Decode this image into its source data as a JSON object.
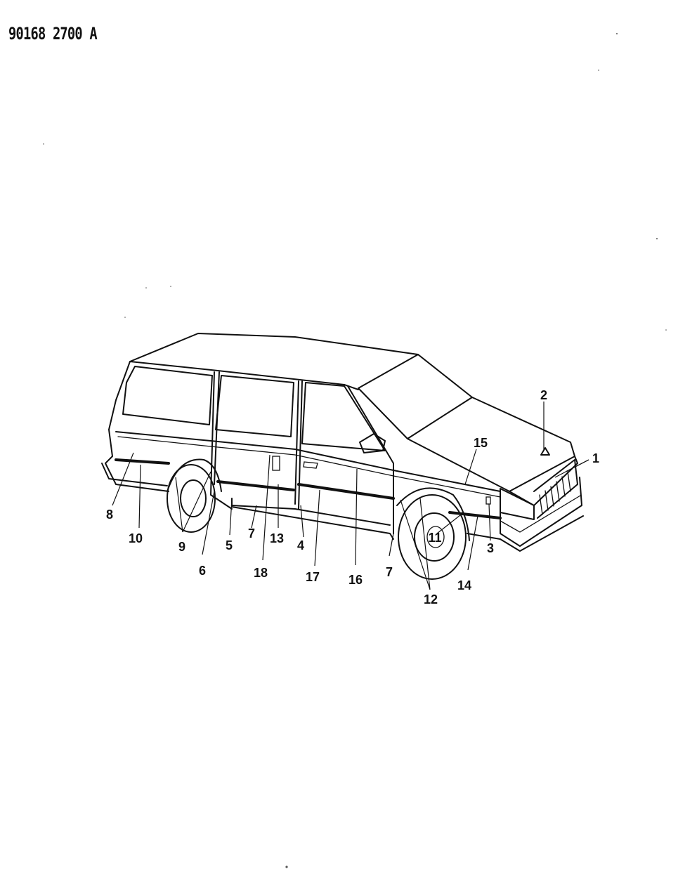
{
  "header": {
    "part_number": "90168 2700 A"
  },
  "callouts": {
    "c1": "1",
    "c2": "2",
    "c3": "3",
    "c4": "4",
    "c5": "5",
    "c6": "6",
    "c7a": "7",
    "c7b": "7",
    "c8": "8",
    "c9": "9",
    "c10": "10",
    "c11": "11",
    "c12": "12",
    "c13": "13",
    "c14": "14",
    "c15": "15",
    "c16": "16",
    "c17": "17",
    "c18": "18"
  },
  "colors": {
    "ink": "#111111",
    "paper": "#ffffff"
  }
}
